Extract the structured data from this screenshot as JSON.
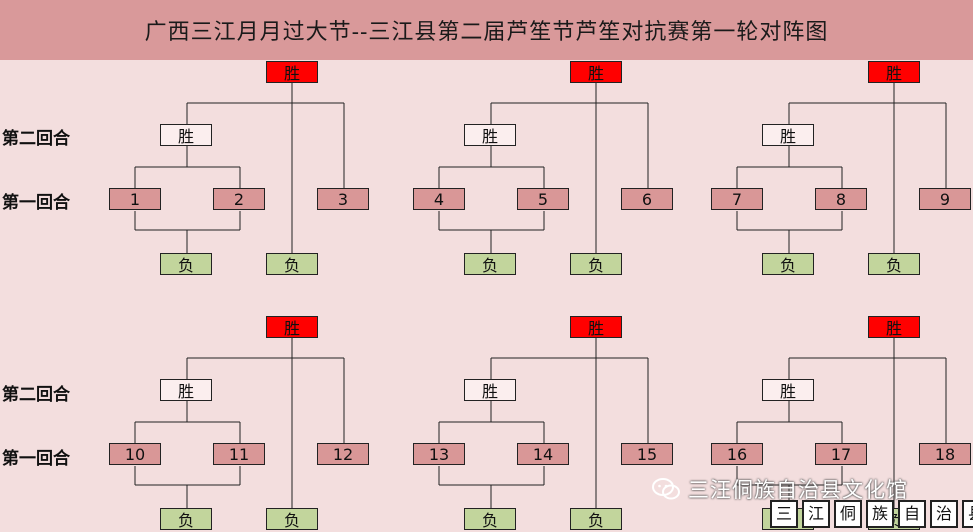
{
  "title": "广西三江月月过大节--三江县第二届芦笙节芦笙对抗赛第一轮对阵图",
  "labels": {
    "round2": "第二回合",
    "round1": "第一回合",
    "win": "胜",
    "lose": "负"
  },
  "groups": [
    {
      "teams": [
        "1",
        "2",
        "3"
      ]
    },
    {
      "teams": [
        "4",
        "5",
        "6"
      ]
    },
    {
      "teams": [
        "7",
        "8",
        "9"
      ]
    },
    {
      "teams": [
        "10",
        "11",
        "12"
      ]
    },
    {
      "teams": [
        "13",
        "14",
        "15"
      ]
    },
    {
      "teams": [
        "16",
        "17",
        "18"
      ]
    }
  ],
  "watermark": {
    "text": "三汪侗族自治县文化馆",
    "icon": "wechat-icon",
    "stamp": [
      "三",
      "江",
      "侗",
      "族",
      "自",
      "治",
      "县"
    ]
  },
  "colors": {
    "title_bg": "#d9999a",
    "page_bg": "#f3dede",
    "winner": "#ff0000",
    "team": "#d99797",
    "loser": "#c2d59c"
  }
}
